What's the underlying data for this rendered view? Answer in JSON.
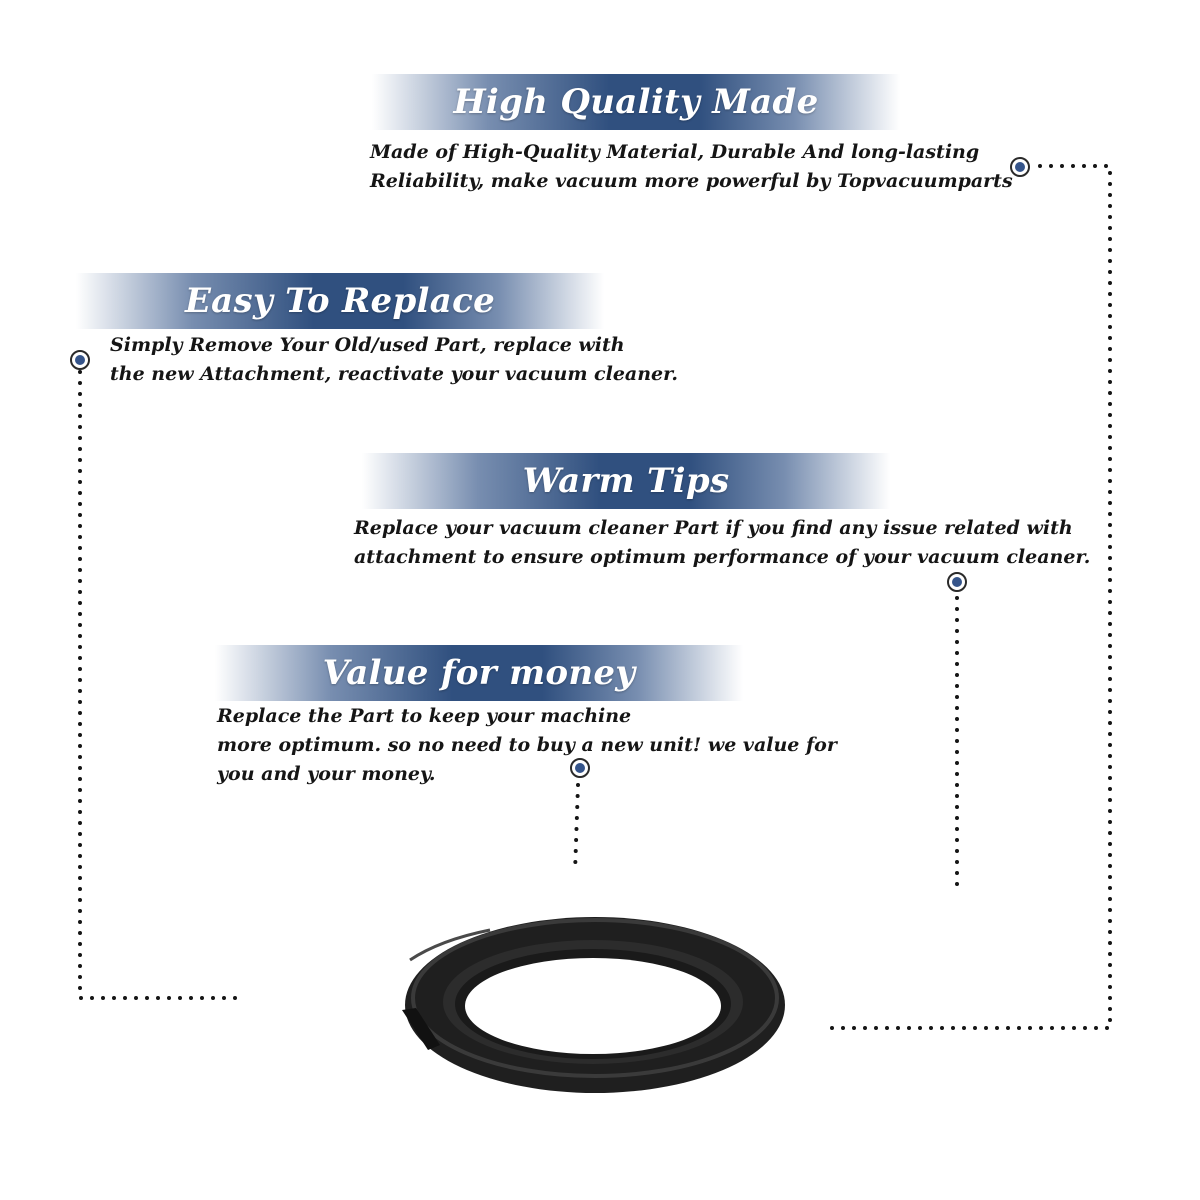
{
  "sections": [
    {
      "title": "High Quality Made",
      "description": "Made of  High-Quality Material, Durable And long-lasting\nReliability, make vacuum more powerful by Topvacuumparts"
    },
    {
      "title": "Easy To Replace",
      "description": "Simply Remove Your Old/used Part, replace with\nthe new Attachment, reactivate your vacuum cleaner."
    },
    {
      "title": "Warm Tips",
      "description": "Replace your vacuum cleaner Part if you find any issue related with\n attachment to ensure optimum performance of your vacuum cleaner."
    },
    {
      "title": "Value for money",
      "description": "Replace the Part to keep your machine\nmore optimum. so no need to buy a new unit! we value for\nyou and your money."
    }
  ],
  "product": {
    "name": "vacuum-gasket-seal-ring",
    "color": "#1f1f1f"
  },
  "colors": {
    "banner": "#30507f",
    "marker": "#35548a",
    "dots": "#151515"
  },
  "icons": [
    "bullet-marker-icon"
  ]
}
